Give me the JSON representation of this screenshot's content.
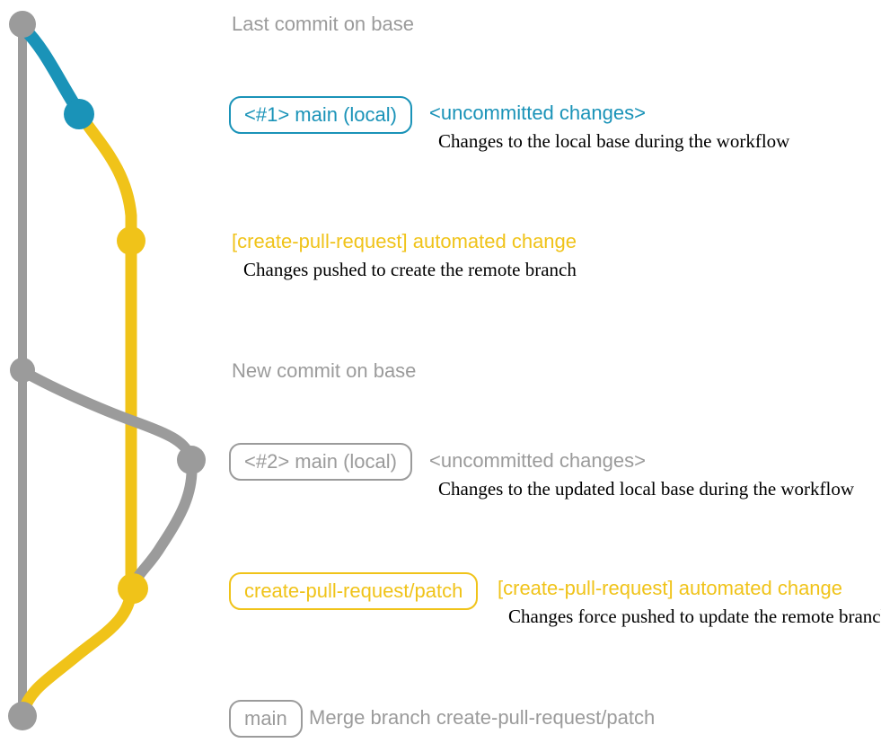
{
  "colors": {
    "gray": "#9b9b9b",
    "teal": "#1a93b8",
    "yellow": "#f0c319",
    "description_text": "#000000",
    "background": "#ffffff"
  },
  "branches": [
    {
      "name": "base",
      "color_key": "gray"
    },
    {
      "name": "main (local)",
      "color_key": "teal"
    },
    {
      "name": "create-pull-request/patch",
      "color_key": "yellow"
    }
  ],
  "events": [
    {
      "label": "Last commit on base"
    },
    {
      "badge": "<#1> main (local)",
      "note": "<uncommitted changes>",
      "description": "Changes to the local base during the workflow"
    },
    {
      "note": "[create-pull-request] automated change",
      "description": "Changes pushed to create the remote branch"
    },
    {
      "label": "New commit on base"
    },
    {
      "badge": "<#2> main (local)",
      "note": "<uncommitted changes>",
      "description": "Changes to the updated local base during the workflow"
    },
    {
      "badge": "create-pull-request/patch",
      "note": "[create-pull-request] automated change",
      "description": "Changes force pushed to update the remote branch"
    },
    {
      "badge": "main",
      "label": "Merge branch create-pull-request/patch"
    }
  ]
}
